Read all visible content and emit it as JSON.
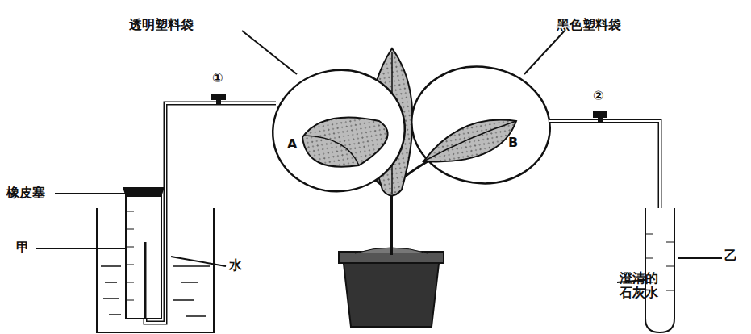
{
  "diagram": {
    "labels": [
      "透明塑料袋",
      "黑色塑料袋",
      "①",
      "②",
      "A",
      "B",
      "橡皮塞",
      "甲",
      "水",
      "澄清的 石灰水",
      "乙"
    ]
  }
}
